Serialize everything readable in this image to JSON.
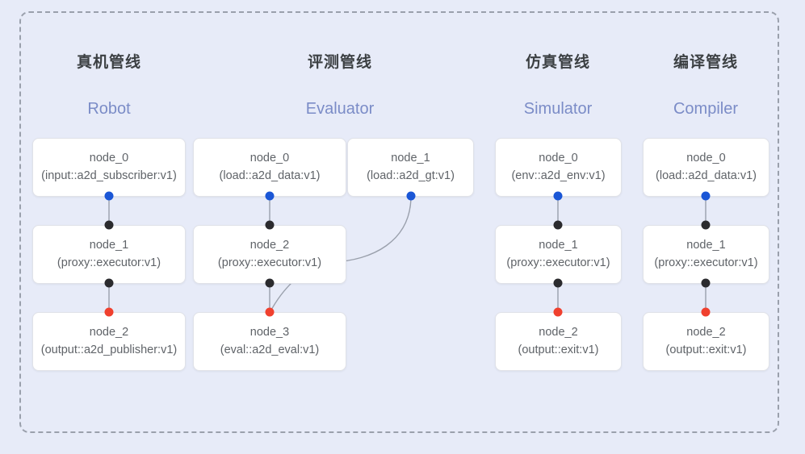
{
  "frame": {
    "label": "pipeline-diagram-frame",
    "border_color": "#9aa0ac",
    "background_color": "#e7ebf8"
  },
  "colors": {
    "input_port": "#1a56d6",
    "pass_port": "#2b2b2e",
    "output_port": "#f0402e",
    "node_background": "#ffffff",
    "node_border": "#e0e2e8",
    "cn_title": "#3c4043",
    "en_title": "#7b8cc7",
    "edge": "#9aa0ac"
  },
  "columns": [
    {
      "cn_title": "真机管线",
      "en_title": "Robot",
      "nodes": [
        {
          "name": "node_0",
          "spec": "(input::a2d_subscriber:v1)"
        },
        {
          "name": "node_1",
          "spec": "(proxy::executor:v1)"
        },
        {
          "name": "node_2",
          "spec": "(output::a2d_publisher:v1)"
        }
      ]
    },
    {
      "cn_title": "评测管线",
      "en_title": "Evaluator",
      "nodes": [
        {
          "name": "node_0",
          "spec": "(load::a2d_data:v1)"
        },
        {
          "name": "node_1",
          "spec": "(load::a2d_gt:v1)"
        },
        {
          "name": "node_2",
          "spec": "(proxy::executor:v1)"
        },
        {
          "name": "node_3",
          "spec": "(eval::a2d_eval:v1)"
        }
      ]
    },
    {
      "cn_title": "仿真管线",
      "en_title": "Simulator",
      "nodes": [
        {
          "name": "node_0",
          "spec": "(env::a2d_env:v1)"
        },
        {
          "name": "node_1",
          "spec": "(proxy::executor:v1)"
        },
        {
          "name": "node_2",
          "spec": "(output::exit:v1)"
        }
      ]
    },
    {
      "cn_title": "编译管线",
      "en_title": "Compiler",
      "nodes": [
        {
          "name": "node_0",
          "spec": "(load::a2d_data:v1)"
        },
        {
          "name": "node_1",
          "spec": "(proxy::executor:v1)"
        },
        {
          "name": "node_2",
          "spec": "(output::exit:v1)"
        }
      ]
    }
  ]
}
